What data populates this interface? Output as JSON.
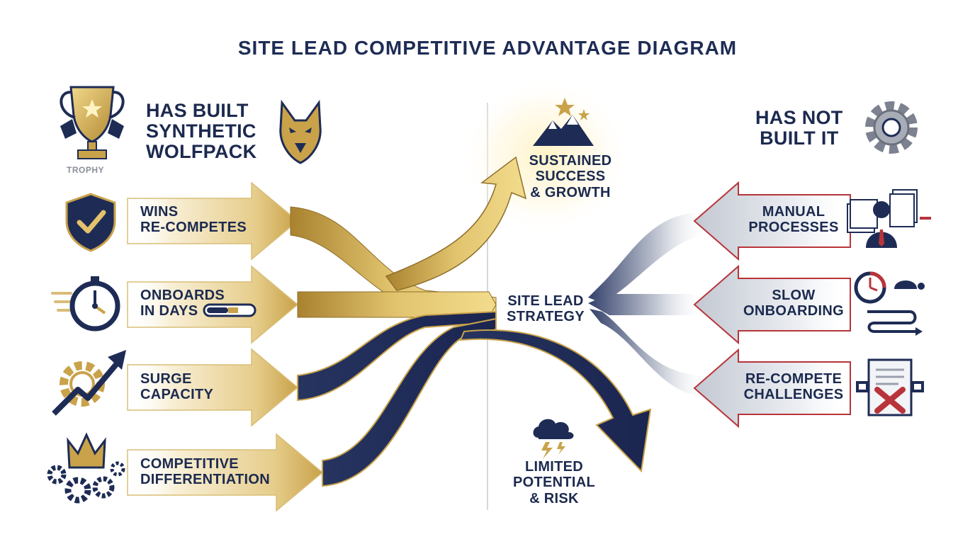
{
  "title": "SITE LEAD COMPETITIVE ADVANTAGE DIAGRAM",
  "left": {
    "heading": [
      "HAS BUILT",
      "SYNTHETIC",
      "WOLFPACK"
    ],
    "trophy_caption": "TROPHY",
    "trophy_icon": "trophy-icon",
    "wolf_icon": "wolf-icon",
    "items": [
      {
        "lines": [
          "WINS",
          "RE-COMPETES"
        ],
        "icon": "shield-check-icon"
      },
      {
        "lines": [
          "ONBOARDS",
          "IN DAYS"
        ],
        "icon": "stopwatch-icon"
      },
      {
        "lines": [
          "SURGE",
          "CAPACITY"
        ],
        "icon": "gear-growth-arrow-icon"
      },
      {
        "lines": [
          "COMPETITIVE",
          "DIFFERENTIATION"
        ],
        "icon": "crown-gears-icon"
      }
    ]
  },
  "right": {
    "heading": [
      "HAS NOT",
      "BUILT IT"
    ],
    "gear_icon": "gear-icon",
    "items": [
      {
        "lines": [
          "MANUAL",
          "PROCESSES"
        ],
        "icon": "paper-stack-worker-icon"
      },
      {
        "lines": [
          "SLOW",
          "ONBOARDING"
        ],
        "icon": "clock-turtle-icon"
      },
      {
        "lines": [
          "RE-COMPETE",
          "CHALLENGES"
        ],
        "icon": "broken-contract-icon"
      }
    ]
  },
  "center": {
    "strategy": [
      "SITE LEAD",
      "STRATEGY"
    ],
    "success": [
      "SUSTAINED",
      "SUCCESS",
      "& GROWTH"
    ],
    "risk": [
      "LIMITED",
      "POTENTIAL",
      "& RISK"
    ],
    "mountain_icon": "mountain-stars-icon",
    "storm_icon": "storm-cloud-icon"
  },
  "colors": {
    "navy": "#1e2c55",
    "gold": "#c9a24a",
    "red": "#b8343a",
    "silver": "#c3c8d2"
  }
}
